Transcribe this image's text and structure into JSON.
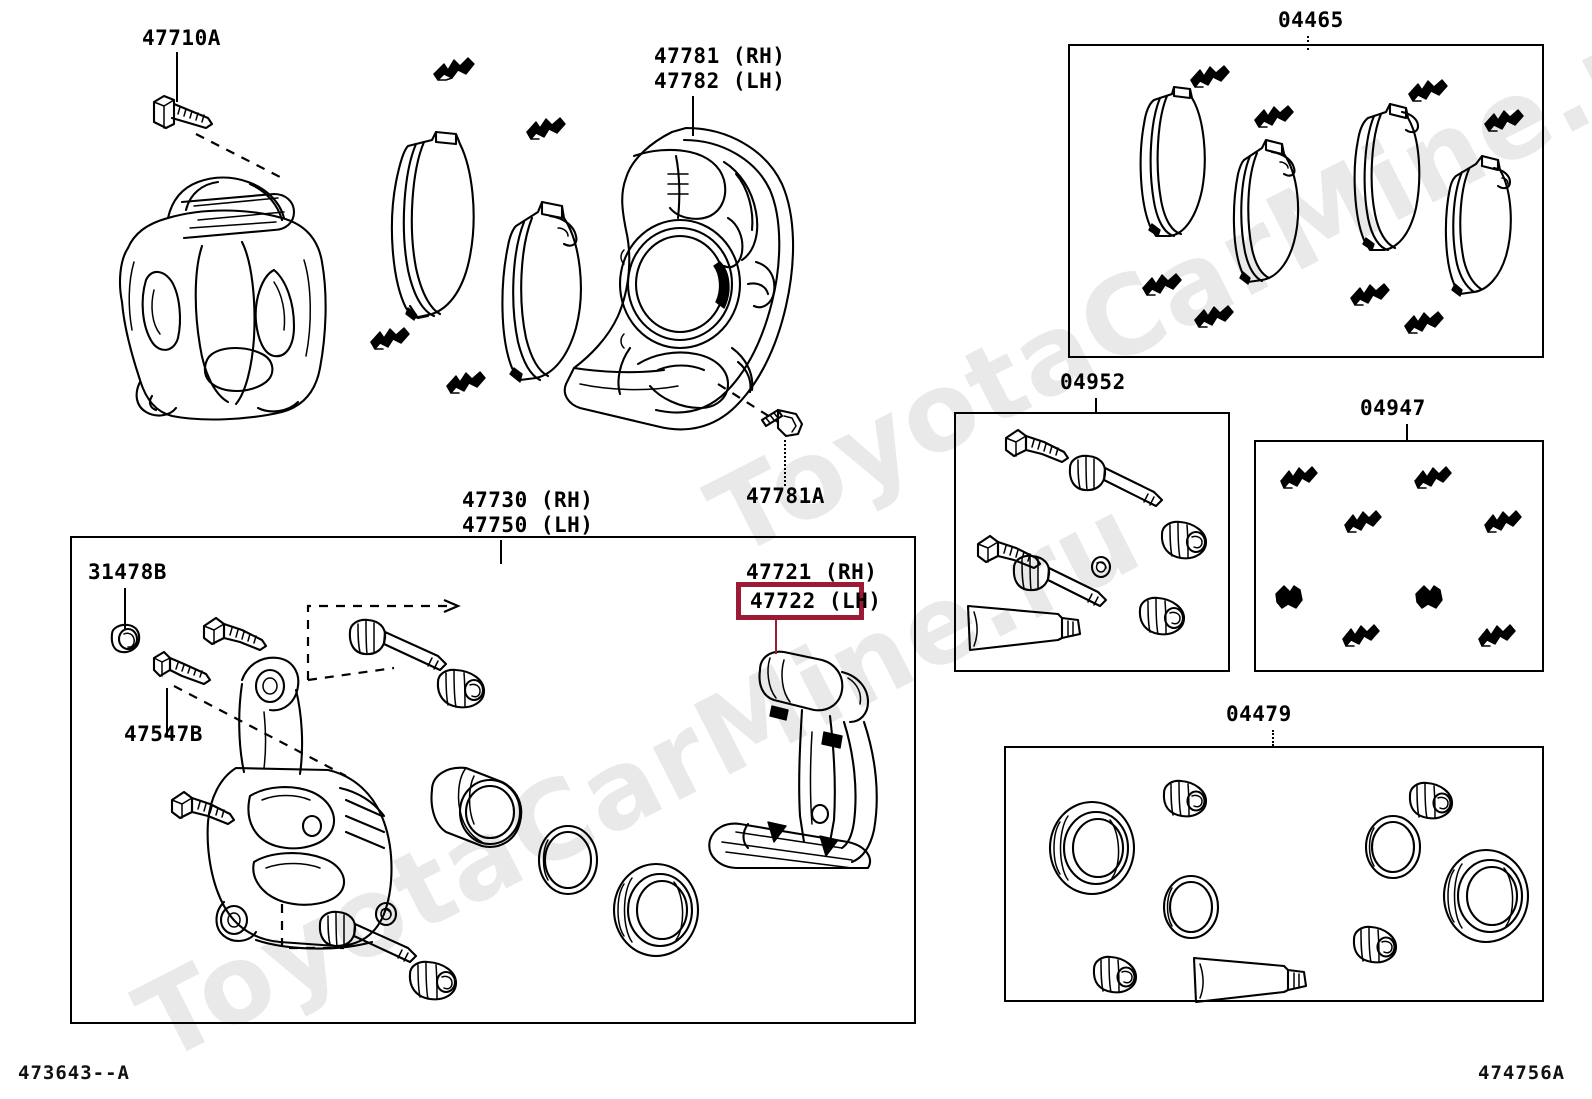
{
  "sheet": {
    "footer_left": "473643--A",
    "footer_right": "474756A",
    "watermark": "ToyotaCarMine.ru",
    "highlight_color": "#9b1b37"
  },
  "labels": {
    "caliper_bolt": "47710A",
    "dust_cover_rh": "47781 (RH)",
    "dust_cover_lh": "47782 (LH)",
    "dust_cover_bolt": "47781A",
    "caliper_assy_rh": "47730 (RH)",
    "caliper_assy_lh": "47750 (LH)",
    "bleeder_cap": "31478B",
    "bleeder_plug": "47547B",
    "mount_rh": "47721 (RH)",
    "mount_lh": "47722 (LH)",
    "pad_kit": "04465",
    "slide_pin_kit": "04952",
    "clip_kit": "04947",
    "seal_kit": "04479"
  },
  "groups": [
    {
      "id": "caliper-assembly",
      "label": "47730 (RH) / 47750 (LH)"
    },
    {
      "id": "pad-kit",
      "label": "04465"
    },
    {
      "id": "slide-pin-kit",
      "label": "04952"
    },
    {
      "id": "clip-kit",
      "label": "04947"
    },
    {
      "id": "seal-kit",
      "label": "04479"
    }
  ],
  "highlighted_part": "47722 (LH)"
}
